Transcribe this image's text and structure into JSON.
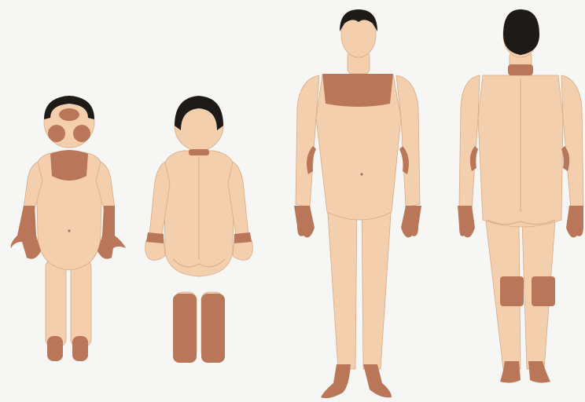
{
  "colors": {
    "background": "#f6f6f5",
    "skin": "#f4cfae",
    "skin_outline": "#d8ab87",
    "affected_area": "#b97659",
    "hair": "#1e1a18"
  },
  "figures": [
    {
      "id": "child-front",
      "view": "front",
      "age_group": "child"
    },
    {
      "id": "child-back",
      "view": "back",
      "age_group": "child"
    },
    {
      "id": "adult-front",
      "view": "front",
      "age_group": "adult"
    },
    {
      "id": "adult-back",
      "view": "back",
      "age_group": "adult"
    }
  ]
}
